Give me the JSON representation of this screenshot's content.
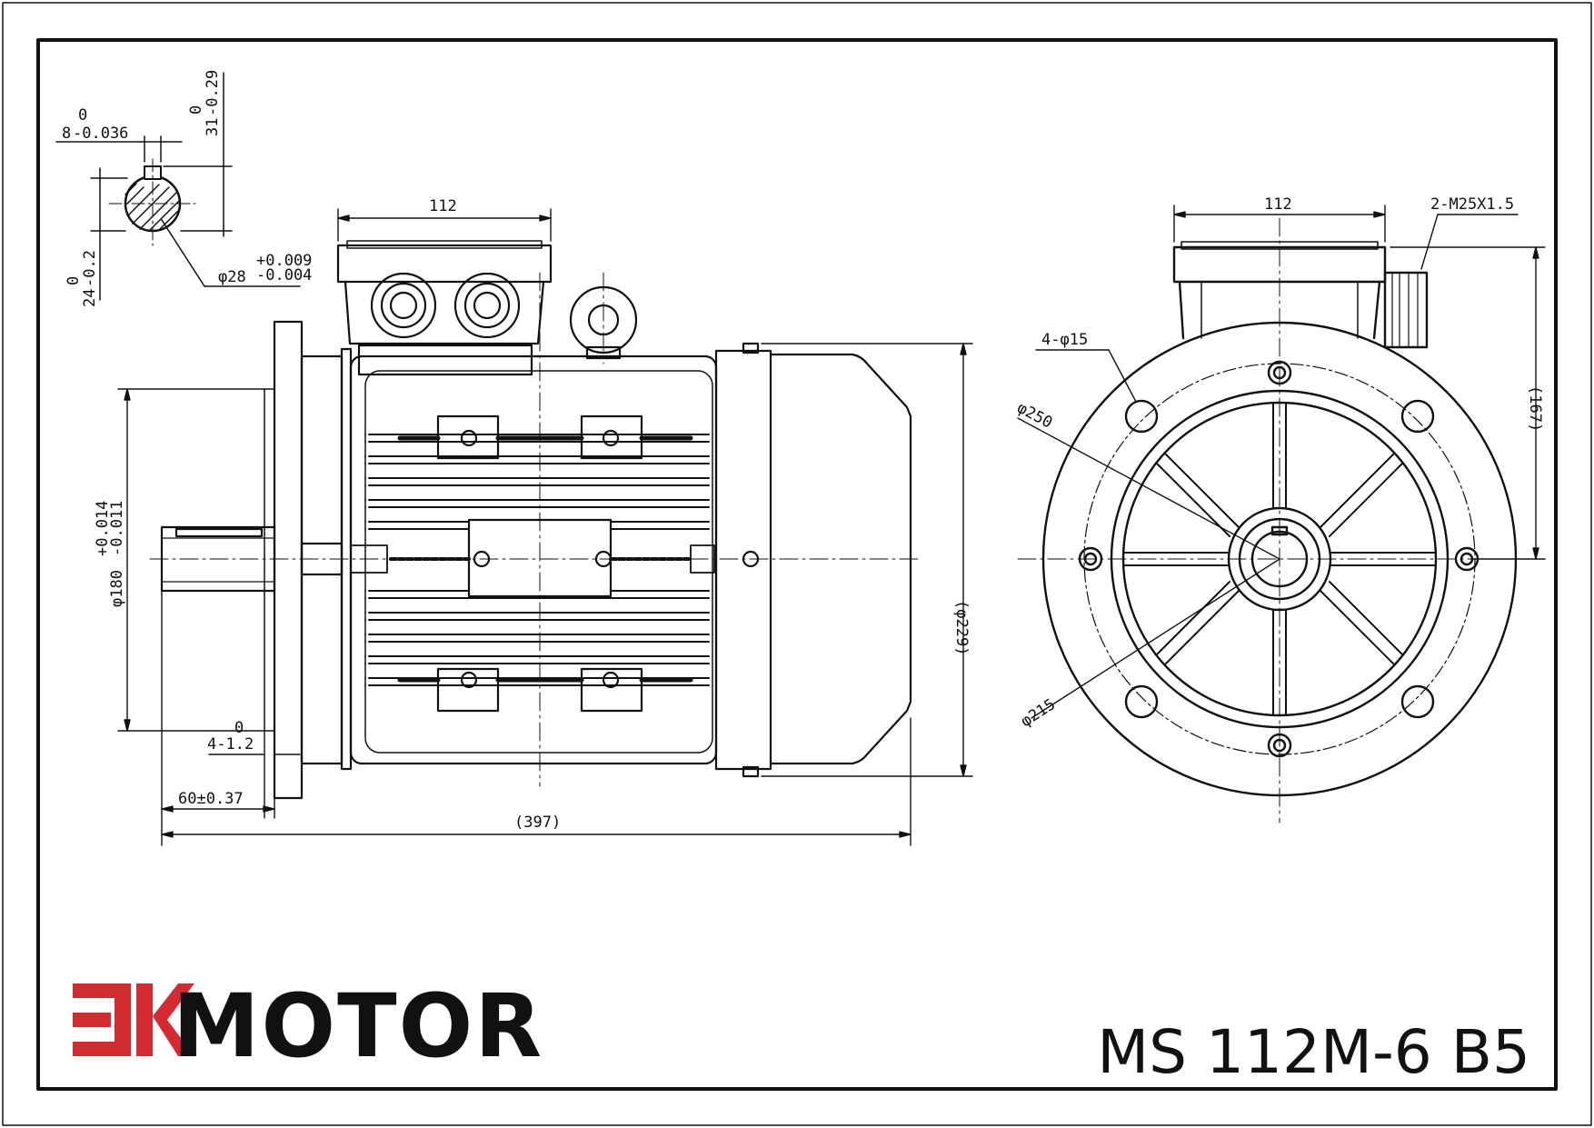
{
  "brand": {
    "mark_letters": "EK",
    "name": "MOTOR",
    "mark_color": "#d42a32",
    "text_color": "#111111"
  },
  "model": "MS 112M-6 B5",
  "side_view": {
    "terminal_box_width": "112",
    "total_length": "(397)",
    "shaft_extension": "60±0.37",
    "spigot_depth": "4-1.2",
    "spigot_depth_tol": "0",
    "spigot_diameter": "φ180",
    "spigot_diameter_tol_upper": "+0.014",
    "spigot_diameter_tol_lower": "-0.011",
    "frame_diameter": "(φ229)"
  },
  "shaft_section": {
    "key_width": "8",
    "key_width_tol_upper": "0",
    "key_width_tol_lower": "-0.036",
    "key_height": "31",
    "key_height_tol_upper": "0",
    "key_height_tol_lower": "-0.29",
    "shaft_diameter": "φ28",
    "shaft_diameter_tol_upper": "+0.009",
    "shaft_diameter_tol_lower": "-0.004",
    "shaft_depth": "24",
    "shaft_depth_tol_upper": "0",
    "shaft_depth_tol_lower": "-0.2"
  },
  "front_view": {
    "terminal_box_width": "112",
    "cable_gland": "2-M25X1.5",
    "mounting_holes": "4-φ15",
    "pcd": "φ215",
    "flange_diameter": "φ250",
    "height": "(167)"
  }
}
